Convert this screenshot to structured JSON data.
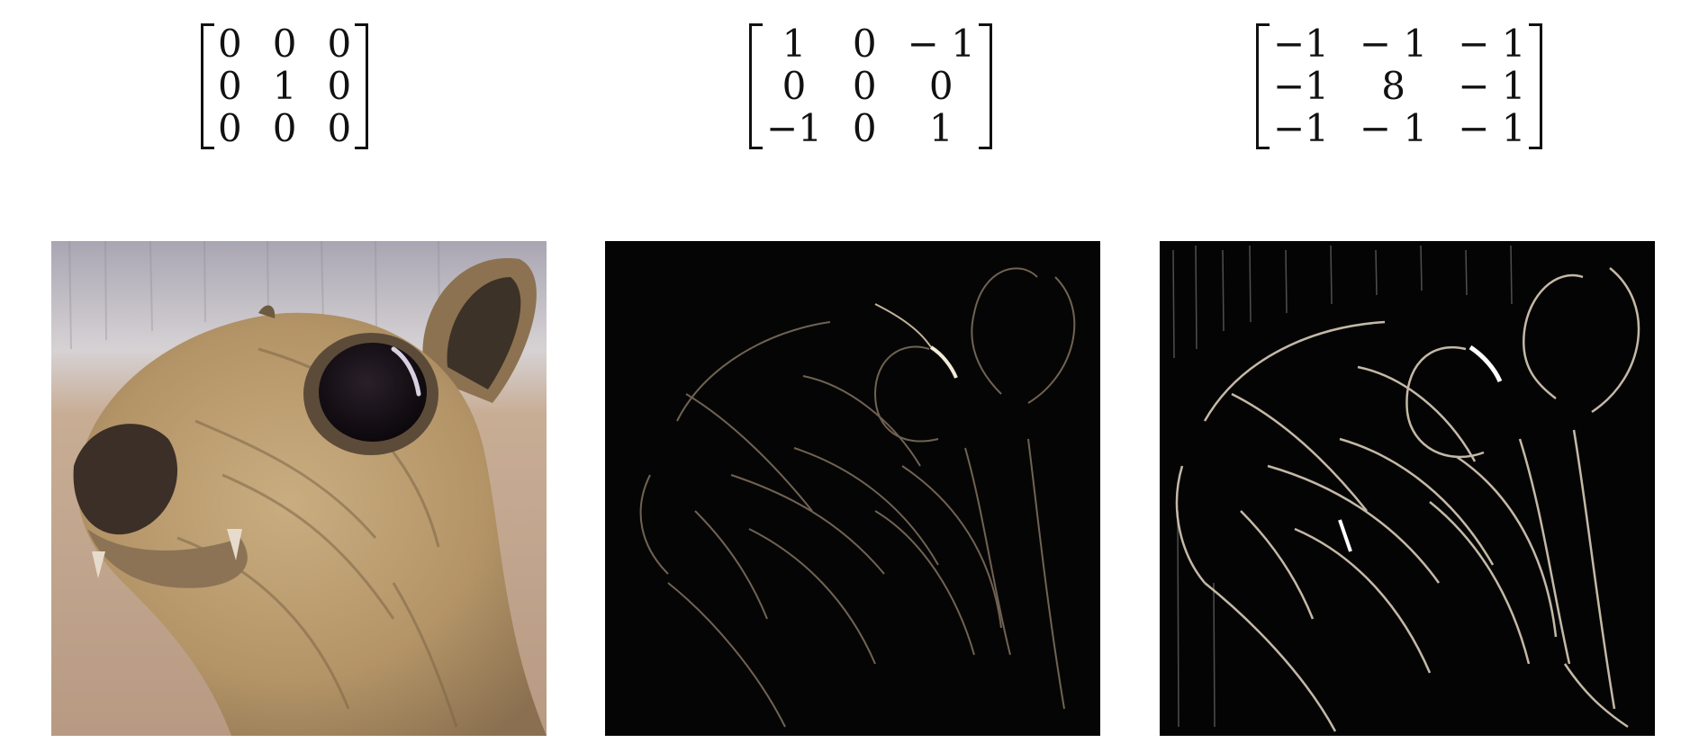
{
  "kernels": [
    {
      "rows": [
        [
          "0",
          "0",
          "0"
        ],
        [
          "0",
          "1",
          "0"
        ],
        [
          "0",
          "0",
          "0"
        ]
      ]
    },
    {
      "rows": [
        [
          "1",
          "0",
          "− 1"
        ],
        [
          "0",
          "0",
          "0"
        ],
        [
          "−1",
          "0",
          "1"
        ]
      ]
    },
    {
      "rows": [
        [
          "−1",
          "− 1",
          "− 1"
        ],
        [
          "−1",
          "8",
          "− 1"
        ],
        [
          "−1",
          "− 1",
          "− 1"
        ]
      ]
    }
  ],
  "images": [
    {
      "name": "original-squirrel-image",
      "colors": {
        "sky": "#b8b3b8",
        "fur": "#b99c70",
        "fur_dark": "#7d6848",
        "eye": "#151015",
        "background_sand": "#c4a98f"
      }
    },
    {
      "name": "edge-detected-image",
      "colors": {
        "background": "#050404",
        "edge": "#9c8a72"
      }
    },
    {
      "name": "laplacian-sharpened-image",
      "colors": {
        "background": "#050404",
        "edge": "#e8dccb"
      }
    }
  ]
}
